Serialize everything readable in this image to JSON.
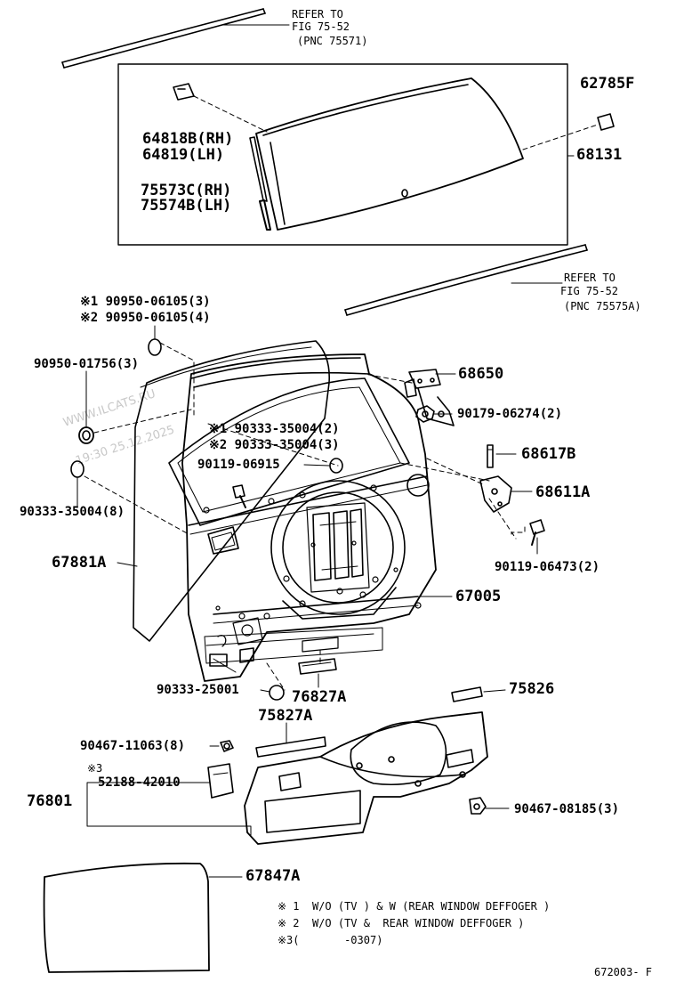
{
  "watermark": {
    "site": "WWW.ILCATS.RU",
    "stamp": "19:30 25.12.2025"
  },
  "labels": {
    "refer_top": {
      "line1": "REFER TO",
      "line2": "FIG 75-52",
      "line3": "(PNC 75571)"
    },
    "p_62785F": "62785F",
    "p_64818B": "64818B(RH)",
    "p_64819": "64819(LH)",
    "p_68131": "68131",
    "p_75573C": "75573C(RH)",
    "p_75574B": "75574B(LH)",
    "refer_mid": {
      "line1": "REFER TO",
      "line2": "FIG 75-52",
      "line3": "(PNC 75575A)"
    },
    "p_90950_1": "※1 90950-06105(3)",
    "p_90950_2": "※2 90950-06105(4)",
    "p_90950_01756": "90950-01756(3)",
    "p_68650": "68650",
    "p_90179": "90179-06274(2)",
    "p_90333_35004_1": "※1 90333-35004(2)",
    "p_90333_35004_2": "※2 90333-35004(3)",
    "p_90119_06915": "90119-06915",
    "p_68617B": "68617B",
    "p_68611A": "68611A",
    "p_90333_35004_8": "90333-35004(8)",
    "p_67881A": "67881A",
    "p_90119_06473": "90119-06473(2)",
    "p_67005": "67005",
    "p_90333_25001": "90333-25001",
    "p_76827A": "76827A",
    "p_75826": "75826",
    "p_75827A": "75827A",
    "p_90467_11063": "90467-11063(8)",
    "p_note3_mark": "※3",
    "p_52188": "52188-42010",
    "p_76801": "76801",
    "p_90467_08185": "90467-08185(3)",
    "p_67847A": "67847A"
  },
  "notes": {
    "n1": "※ 1  W/O (TV ) & W (REAR WINDOW DEFFOGER )",
    "n2": "※ 2  W/O (TV &  REAR WINDOW DEFFOGER )",
    "n3": "※3(       -0307)"
  },
  "figure_code": "672003- F"
}
